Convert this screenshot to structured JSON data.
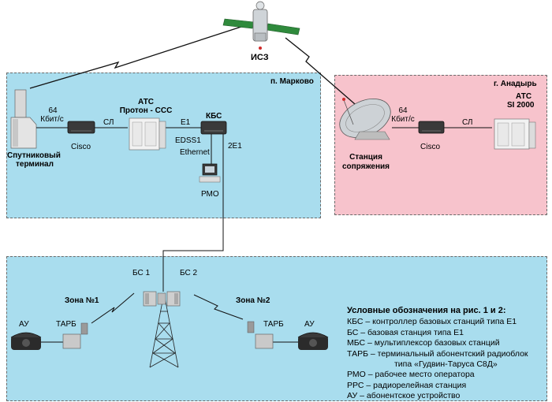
{
  "satellite": {
    "label": "ИСЗ"
  },
  "markovo": {
    "title": "п. Марково",
    "rate_line1": "64",
    "rate_line2": "Кбит/с",
    "terminal_line1": "Спутниковый",
    "terminal_line2": "терминал",
    "cisco": "Cisco",
    "sl": "СЛ",
    "ats_line1": "АТС",
    "ats_line2": "Протон - ССС",
    "e1": "E1",
    "edss1": "EDSS1",
    "ethernet": "Ethernet",
    "kbs": "КБС",
    "two_e1": "2E1",
    "rmo": "РМО"
  },
  "anadyr": {
    "title": "г. Анадырь",
    "rate_line1": "64",
    "rate_line2": "Кбит/с",
    "station_line1": "Станция",
    "station_line2": "сопряжения",
    "cisco": "Cisco",
    "sl": "СЛ",
    "ats_line1": "АТС",
    "ats_line2": "SI 2000"
  },
  "zones": {
    "bs1": "БС 1",
    "bs2": "БС 2",
    "zone1": "Зона №1",
    "zone2": "Зона №2",
    "au_left": "АУ",
    "tarb_left": "ТАРБ",
    "tarb_right": "ТАРБ",
    "au_right": "АУ"
  },
  "legend": {
    "title": "Условные обозначения на рис. 1 и 2:",
    "items": [
      "КБС – контроллер базовых станций типа Е1",
      "БС – базовая станция типа Е1",
      "МБС – мультиплексор базовых станций",
      "ТАРБ – терминальный абонентский радиоблок",
      "типа «Гудвин-Таруса С8Д»",
      "РМО – рабочее место оператора",
      "РРС – радиорелейная станция",
      "АУ – абонентское устройство"
    ]
  },
  "colors": {
    "panel_blue": "#a9ddee",
    "panel_pink": "#f7c3cc",
    "satellite_panels": "#2f8a3c",
    "link_line": "#111111"
  }
}
